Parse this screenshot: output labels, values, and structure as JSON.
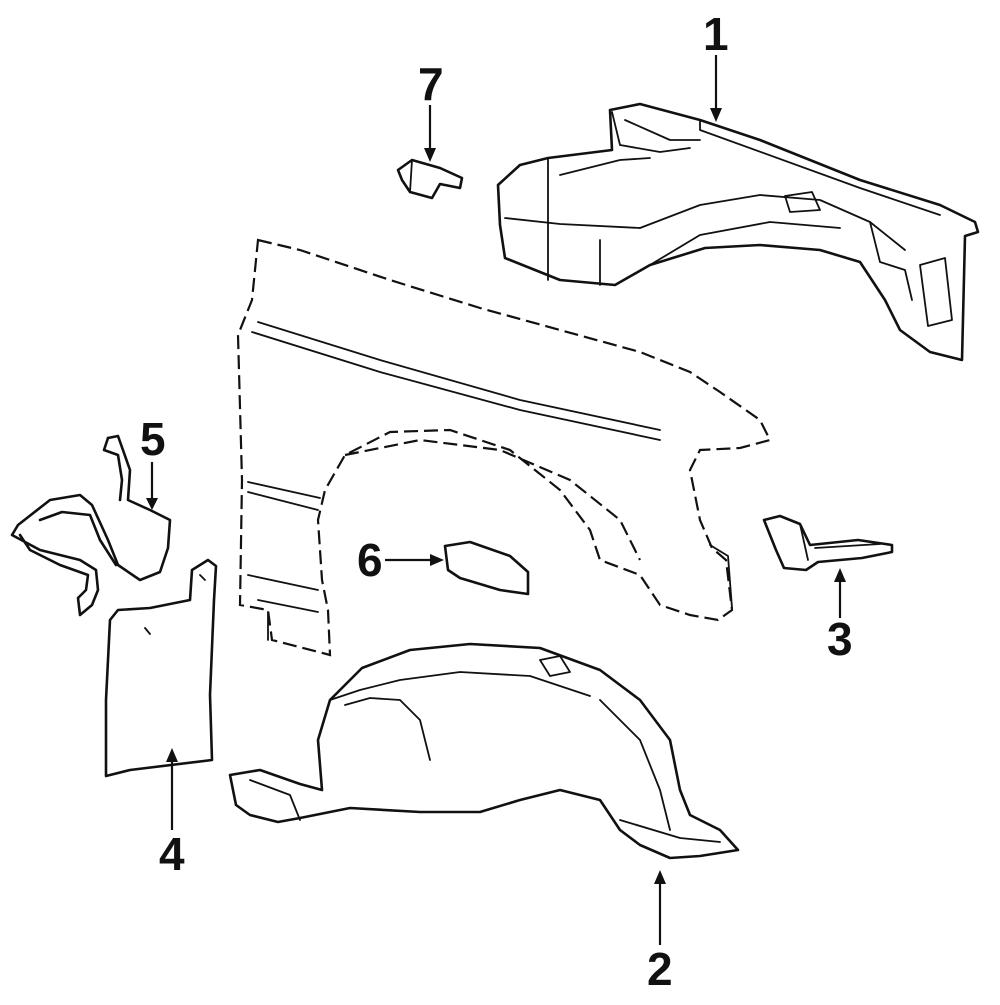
{
  "callouts": [
    {
      "id": "1",
      "label": "1",
      "part": "apron"
    },
    {
      "id": "2",
      "label": "2",
      "part": "fender-liner"
    },
    {
      "id": "3",
      "label": "3",
      "part": "rear-bracket"
    },
    {
      "id": "4",
      "label": "4",
      "part": "splash-shield"
    },
    {
      "id": "5",
      "label": "5",
      "part": "shield-bracket"
    },
    {
      "id": "6",
      "label": "6",
      "part": "liner-pad"
    },
    {
      "id": "7",
      "label": "7",
      "part": "upper-bracket"
    }
  ],
  "colors": {
    "line": "#111111",
    "background": "#ffffff"
  }
}
